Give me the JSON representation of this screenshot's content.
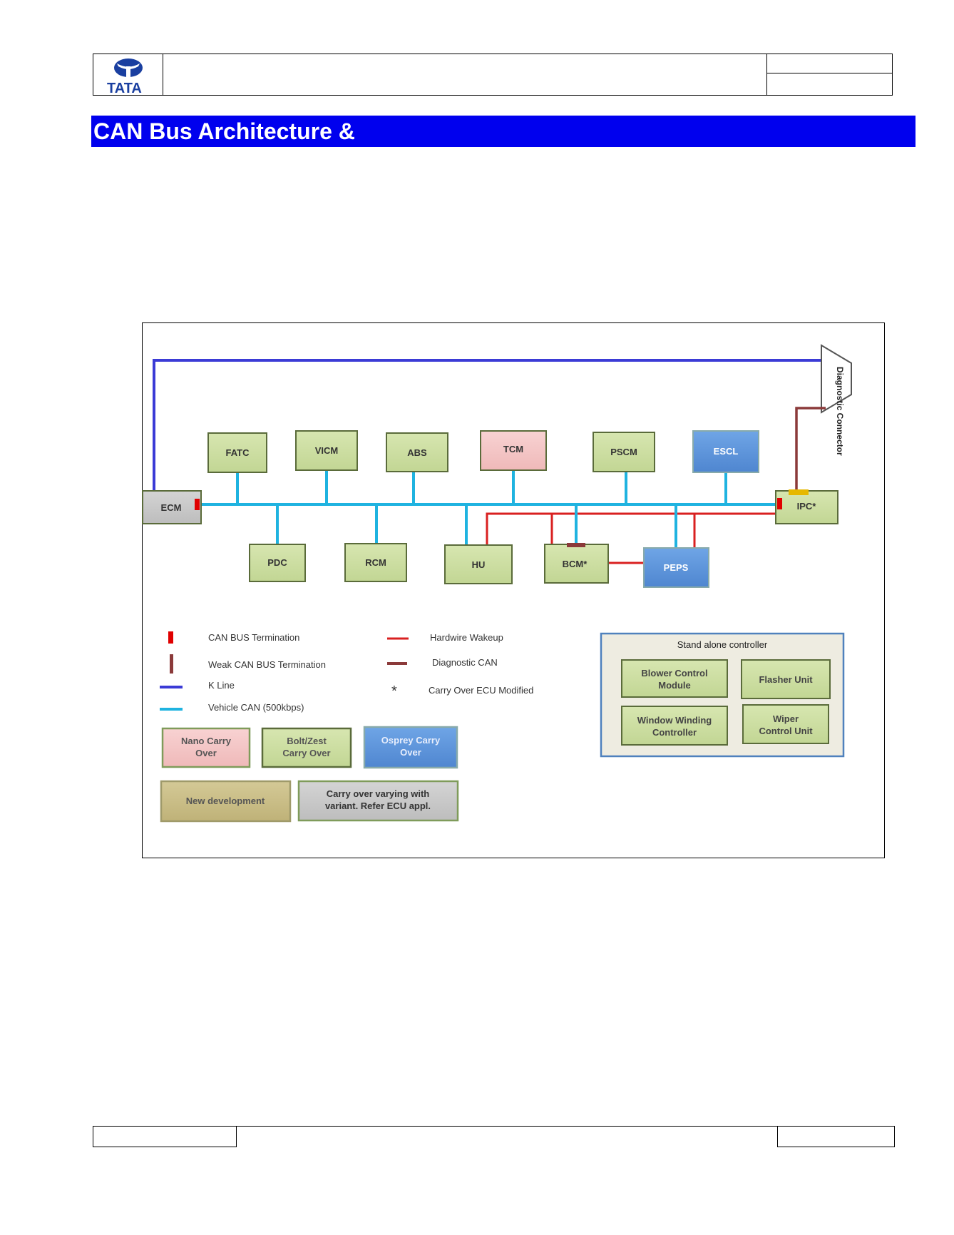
{
  "header": {
    "logo_text": "TATA"
  },
  "banner": {
    "title": "CAN Bus Architecture &"
  },
  "colors": {
    "k_line": "#3b3bd6",
    "vehicle_can": "#1fb3e0",
    "hardwire_wakeup": "#d92020",
    "diagnostic_can": "#8b3a3a",
    "termination": "#e00000",
    "new_development": "#c6d99a",
    "nano": "#f4c4c4",
    "osprey": "#5b95db",
    "carry_over_variant": "#c8c8c8",
    "standalone_bg": "#eeece1",
    "standalone_border": "#4f81bd",
    "new_dev_legend": "#c4b882"
  },
  "diagram": {
    "diagnostic_connector": "Diagnostic Connector",
    "top_nodes": [
      {
        "id": "fatc",
        "label": "FATC",
        "kind": "new"
      },
      {
        "id": "vicm",
        "label": "VICM",
        "kind": "new"
      },
      {
        "id": "abs",
        "label": "ABS",
        "kind": "new"
      },
      {
        "id": "tcm",
        "label": "TCM",
        "kind": "nano"
      },
      {
        "id": "pscm",
        "label": "PSCM",
        "kind": "new"
      },
      {
        "id": "escl",
        "label": "ESCL",
        "kind": "osprey"
      }
    ],
    "ecm": "ECM",
    "ipc": "IPC*",
    "bottom_nodes": [
      {
        "id": "pdc",
        "label": "PDC",
        "kind": "new"
      },
      {
        "id": "rcm",
        "label": "RCM",
        "kind": "new"
      },
      {
        "id": "hu",
        "label": "HU",
        "kind": "new"
      },
      {
        "id": "bcm",
        "label": "BCM*",
        "kind": "new"
      },
      {
        "id": "peps",
        "label": "PEPS",
        "kind": "osprey"
      }
    ]
  },
  "legend": {
    "can_bus_termination": "CAN  BUS Termination",
    "weak_can_bus_termination": "Weak CAN BUS Termination",
    "k_line": "K Line",
    "vehicle_can": "Vehicle CAN (500kbps)",
    "hardwire_wakeup": "Hardwire Wakeup",
    "diagnostic_can": "Diagnostic CAN",
    "carry_over_symbol": "*",
    "carry_over_modified": "Carry Over ECU Modified",
    "swatches": {
      "nano_l1": "Nano Carry",
      "nano_l2": "Over",
      "bolt_l1": "Bolt/Zest",
      "bolt_l2": "Carry Over",
      "osprey_l1": "Osprey Carry",
      "osprey_l2": "Over",
      "new_dev": "New development",
      "variant_l1": "Carry over varying with",
      "variant_l2": "variant. Refer ECU appl."
    }
  },
  "standalone": {
    "title": "Stand alone controller",
    "blower_l1": "Blower Control",
    "blower_l2": "Module",
    "flasher": "Flasher Unit",
    "window_l1": "Window Winding",
    "window_l2": "Controller",
    "wiper_l1": "Wiper",
    "wiper_l2": "Control Unit"
  }
}
